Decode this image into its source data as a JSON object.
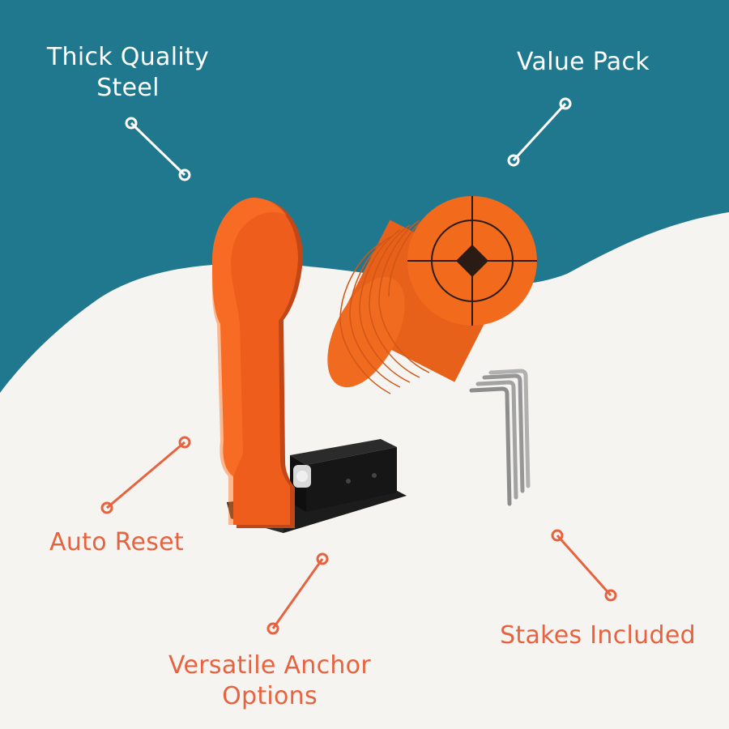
{
  "colors": {
    "background_top": "#20788f",
    "background_bottom": "#f6f4f1",
    "label_on_dark": "#ffffff",
    "label_on_light": "#e7633f",
    "target_orange": "#f26a1b",
    "bracket_black": "#1c1c1c",
    "stake_steel": "#9a9a9a"
  },
  "callouts": {
    "thick_quality_steel": {
      "line1": "Thick Quality",
      "line2": "Steel"
    },
    "value_pack": {
      "text": "Value Pack"
    },
    "auto_reset": {
      "text": "Auto Reset"
    },
    "versatile_anchor_options": {
      "line1": "Versatile Anchor",
      "line2": "Options"
    },
    "stakes_included": {
      "text": "Stakes Included"
    }
  }
}
